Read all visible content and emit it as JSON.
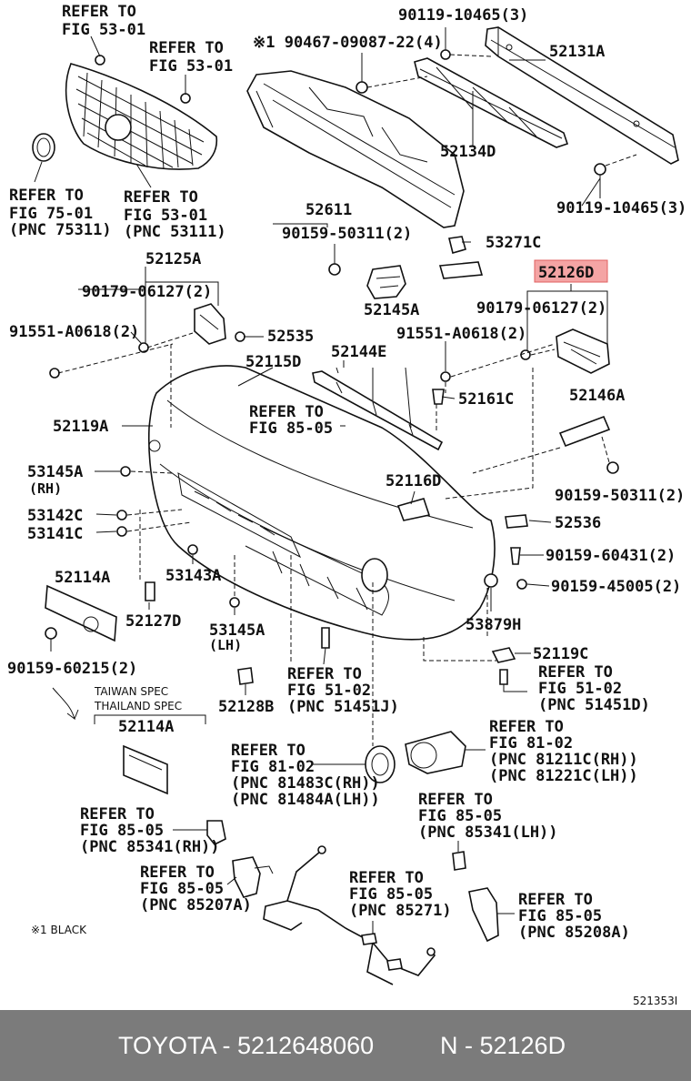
{
  "highlight_color": "#f4a4a4",
  "footer_color": "#7b7b7b",
  "labels": {
    "l01": "REFER TO",
    "l02": "FIG 53-01",
    "l03": "REFER TO",
    "l04": "FIG 53-01",
    "l05": "90119-10465(3)",
    "l06": "※1 90467-09087-22(4)",
    "l07": "52131A",
    "l08": "52134D",
    "l09": "90119-10465(3)",
    "l10": "REFER TO",
    "l11": "FIG 75-01",
    "l12": "(PNC 75311)",
    "l13": "REFER TO",
    "l14": "FIG 53-01",
    "l15": "(PNC 53111)",
    "l16": "52611",
    "l17": "90159-50311(2)",
    "l18": "53271C",
    "l19": "52125A",
    "l20": "90179-06127(2)",
    "l21": "52145A",
    "l22": "52126D",
    "l23": "90179-06127(2)",
    "l24": "91551-A0618(2)",
    "l25": "52535",
    "l26": "52144E",
    "l27": "91551-A0618(2)",
    "l28": "52115D",
    "l29": "52161C",
    "l30": "52146A",
    "l31": "REFER TO",
    "l32": "FIG 85-05",
    "l33": "52119A",
    "l34": "53145A",
    "l35": "(RH)",
    "l36": "52116D",
    "l37": "90159-50311(2)",
    "l38": "53142C",
    "l39": "53141C",
    "l40": "52536",
    "l41": "90159-60431(2)",
    "l42": "52114A",
    "l43": "53143A",
    "l44": "90159-45005(2)",
    "l45": "52127D",
    "l46": "53145A",
    "l47": "(LH)",
    "l48": "53879H",
    "l49": "90159-60215(2)",
    "l50": "52119C",
    "l51": "REFER TO",
    "l52": "FIG 51-02",
    "l53": "(PNC 51451J)",
    "l54": "REFER TO",
    "l55": "FIG 51-02",
    "l56": "(PNC 51451D)",
    "l57": "TAIWAN SPEC",
    "l58": "THAILAND SPEC",
    "l59": "52128B",
    "l60": "52114A",
    "l61": "REFER TO",
    "l62": "FIG 81-02",
    "l63": "(PNC 81211C(RH))",
    "l64": "(PNC 81221C(LH))",
    "l65": "REFER TO",
    "l66": "FIG 81-02",
    "l67": "(PNC 81483C(RH))",
    "l68": "(PNC 81484A(LH))",
    "l69": "REFER TO",
    "l70": "FIG 85-05",
    "l71": "(PNC 85341(LH))",
    "l72": "REFER TO",
    "l73": "FIG 85-05",
    "l74": "(PNC 85341(RH))",
    "l75": "REFER TO",
    "l76": "FIG 85-05",
    "l77": "(PNC 85207A)",
    "l78": "REFER TO",
    "l79": "FIG 85-05",
    "l80": "(PNC 85271)",
    "l81": "REFER TO",
    "l82": "FIG 85-05",
    "l83": "(PNC 85208A)",
    "l84": "※1 BLACK",
    "l85": "521353I"
  },
  "footer": {
    "brand_part": "TOYOTA - 5212648060",
    "pnc": "N - 52126D"
  }
}
